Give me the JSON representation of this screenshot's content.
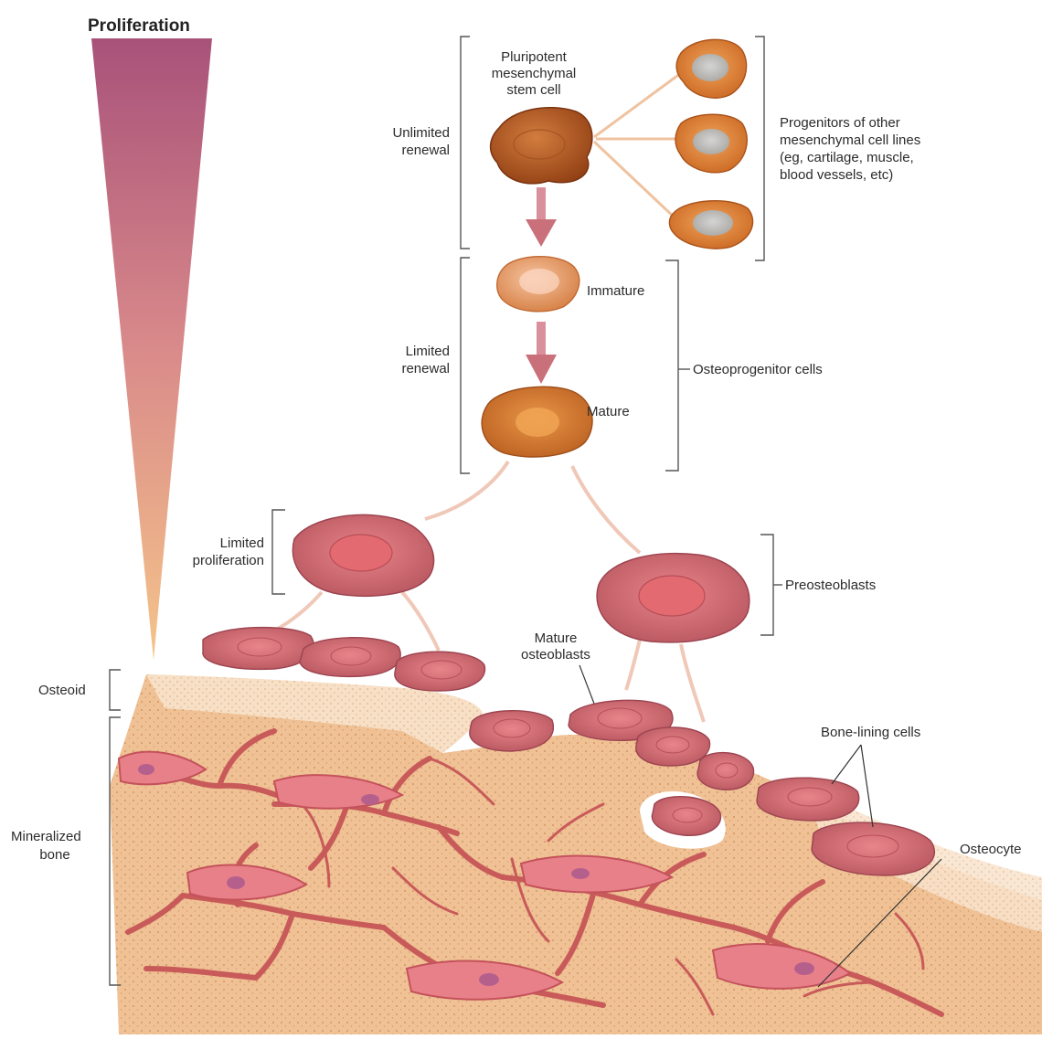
{
  "title": "Proliferation",
  "labels": {
    "stem_cell": [
      "Pluripotent",
      "mesenchymal",
      "stem cell"
    ],
    "unlimited_renewal": [
      "Unlimited",
      "renewal"
    ],
    "progenitors": [
      "Progenitors of other",
      "mesenchymal cell lines",
      "(eg, cartilage, muscle,",
      "blood vessels, etc)"
    ],
    "immature": "Immature",
    "mature": "Mature",
    "limited_renewal": [
      "Limited",
      "renewal"
    ],
    "osteoprogenitor": "Osteoprogenitor cells",
    "limited_proliferation": [
      "Limited",
      "proliferation"
    ],
    "preosteoblasts": "Preosteoblasts",
    "mature_osteoblasts": [
      "Mature",
      "osteoblasts"
    ],
    "osteoid": "Osteoid",
    "bone_lining": "Bone-lining cells",
    "mineralized_bone": [
      "Mineralized",
      "bone"
    ],
    "osteocyte": "Osteocyte"
  },
  "colors": {
    "cone_top": "#a8527a",
    "cone_bottom": "#f5c48a",
    "progenitor_cell": "#e0873c",
    "stem_cell": "#b8541c",
    "osteoblast": "#c8646a",
    "bone": "#eebc8e",
    "osteocyte": "#e8808a"
  }
}
